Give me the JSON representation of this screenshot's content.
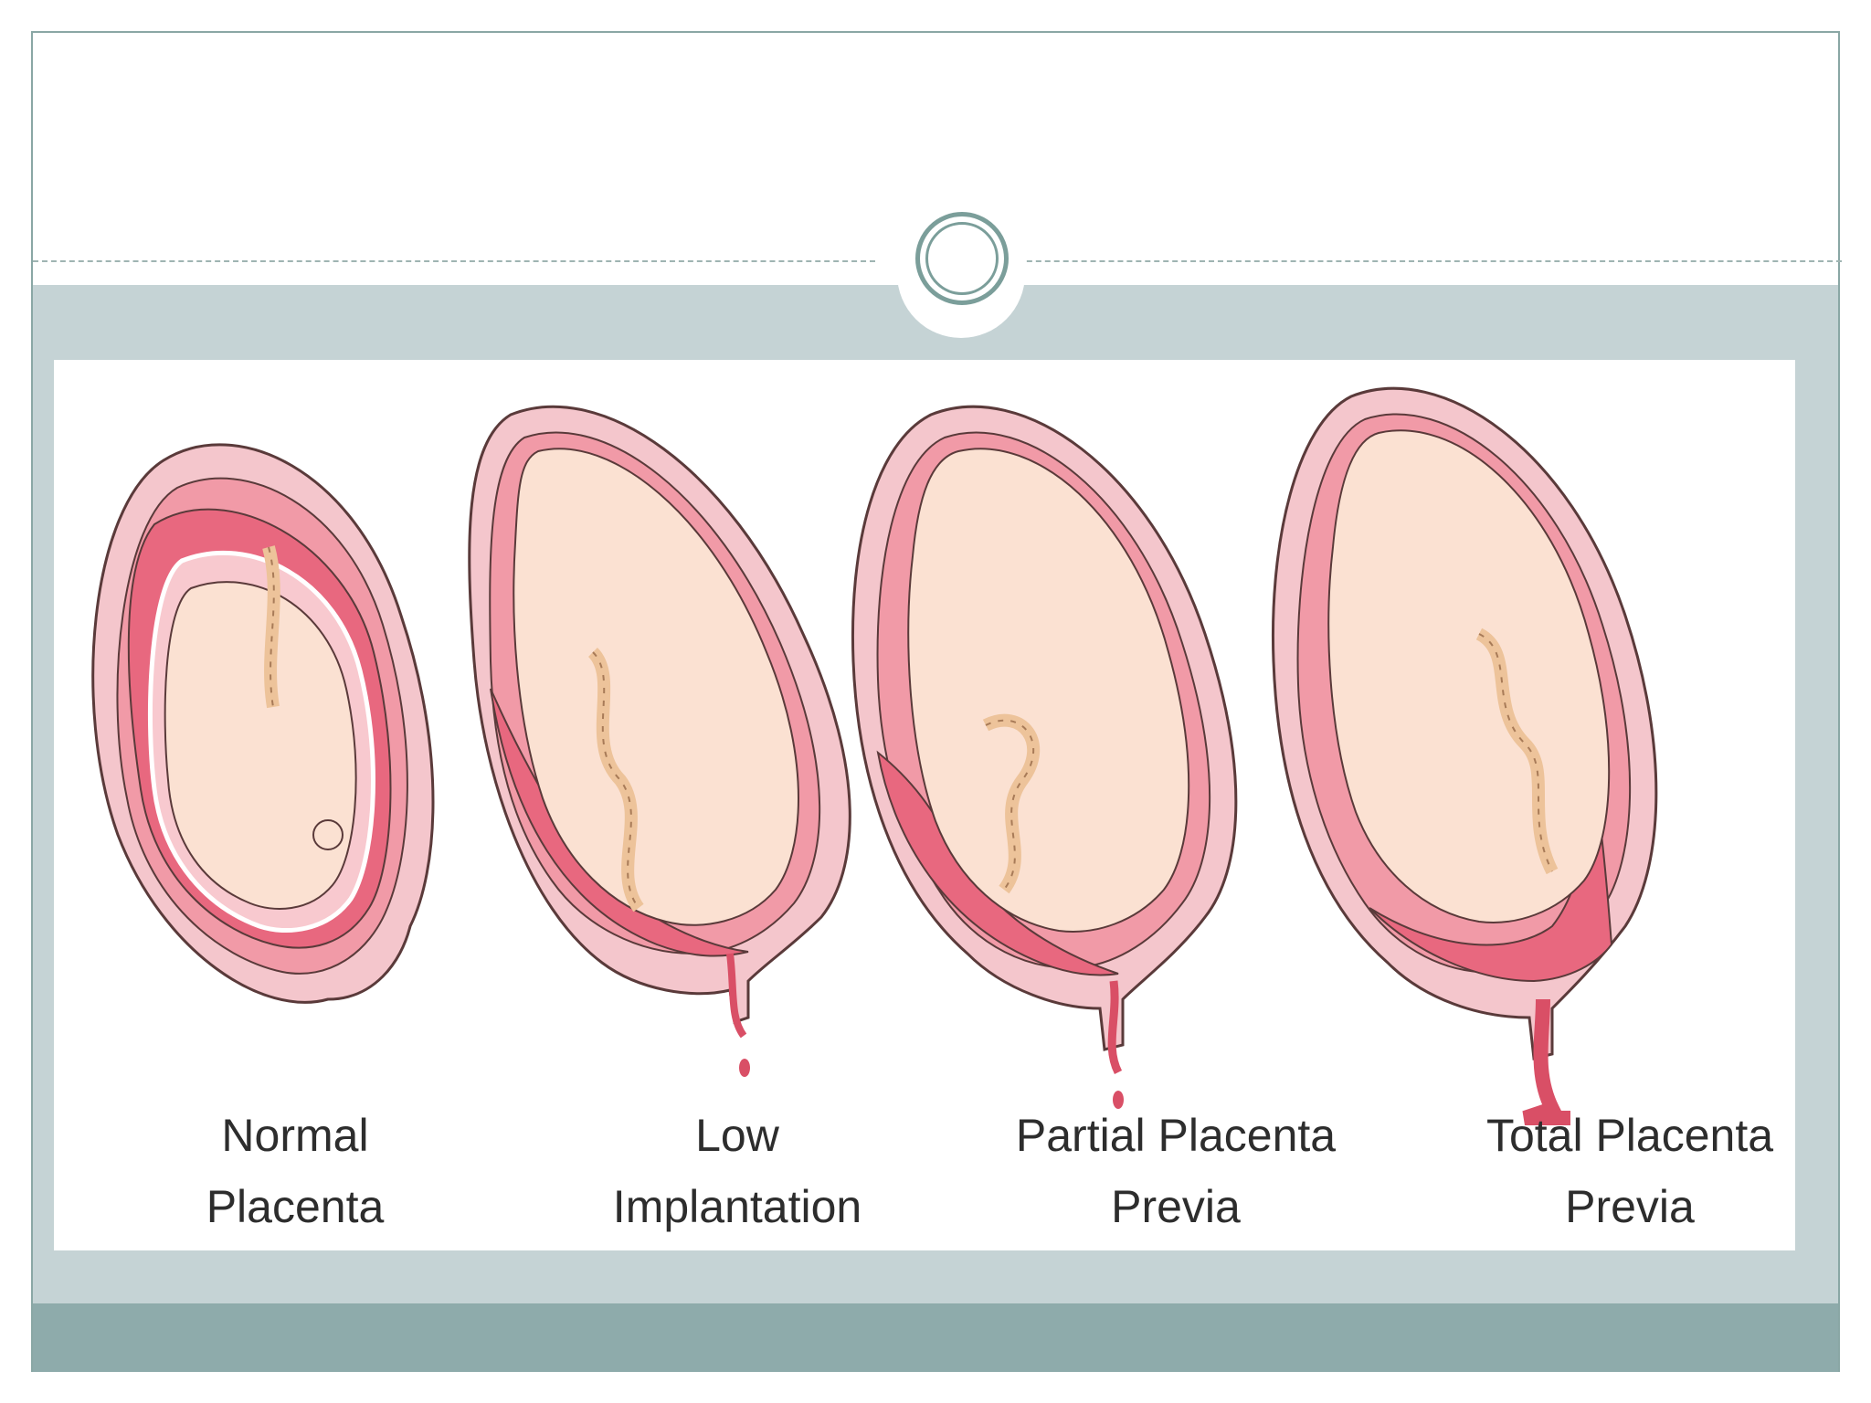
{
  "slide": {
    "colors": {
      "band": "#c5d3d5",
      "footer": "#8eabab",
      "accent": "#7b9e9a"
    }
  },
  "figure": {
    "panels": [
      {
        "id": "normal",
        "line1": "Normal",
        "line2": "Placenta"
      },
      {
        "id": "low",
        "line1": "Low",
        "line2": "Implantation"
      },
      {
        "id": "partial",
        "line1": "Partial Placenta",
        "line2": "Previa"
      },
      {
        "id": "total",
        "line1": "Total Placenta",
        "line2": "Previa"
      }
    ],
    "colors": {
      "uterus_outer": "#f4c6cc",
      "uterus_stroke": "#5a3a3a",
      "uterine_wall": "#f19aa7",
      "placenta": "#e8687f",
      "amniotic": "#f8c9cf",
      "fetus": "#fbe1d2",
      "cord": "#edc39a",
      "blood": "#d94f66"
    }
  }
}
